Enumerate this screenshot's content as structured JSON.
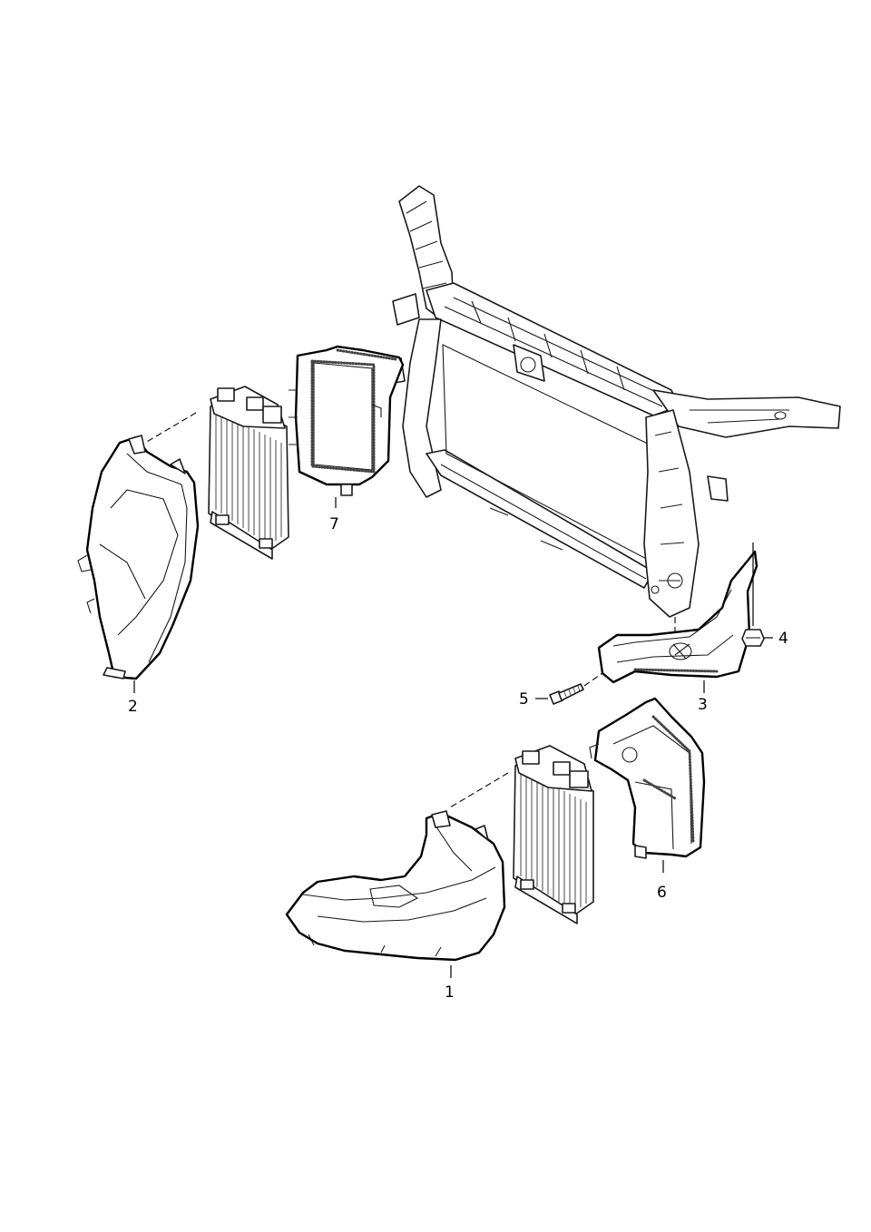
{
  "callouts": {
    "p1": "1",
    "p2": "2",
    "p3": "3",
    "p4": "4",
    "p5": "5",
    "p6": "6",
    "p7": "7"
  },
  "colors": {
    "line": "#1a1a1a",
    "background": "#ffffff"
  }
}
